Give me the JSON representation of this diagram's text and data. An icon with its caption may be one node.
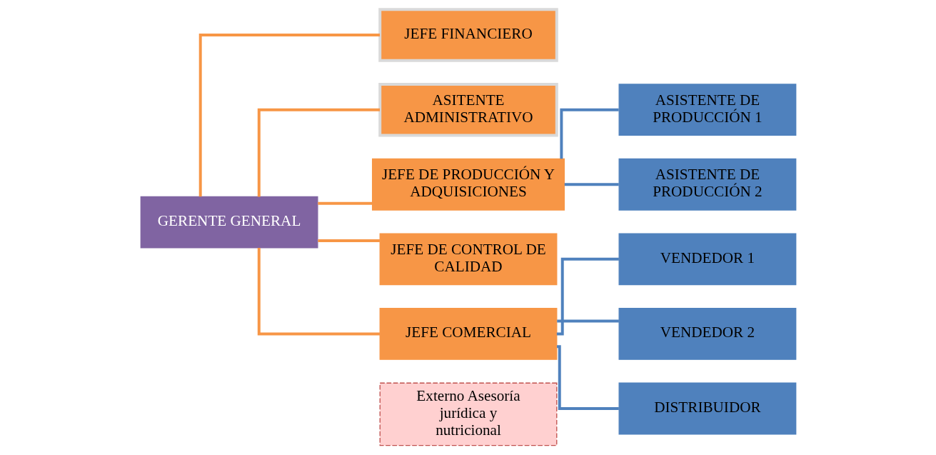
{
  "diagram": {
    "nodes": [
      {
        "text": [
          "GERENTE GENERAL"
        ]
      },
      {
        "text": [
          "JEFE FINANCIERO"
        ]
      },
      {
        "text": [
          "ASITENTE ADMINISTRATIVO"
        ]
      },
      {
        "text": [
          "JEFE DE PRODUCCIÓN Y ADQUISICIONES"
        ]
      },
      {
        "text": [
          "JEFE DE CONTROL DE CALIDAD"
        ]
      },
      {
        "text": [
          "JEFE COMERCIAL"
        ]
      },
      {
        "text": [
          "ASISTENTE DE PRODUCCIÓN 1"
        ]
      },
      {
        "text": [
          "ASISTENTE DE PRODUCCIÓN 2"
        ]
      },
      {
        "text": [
          "VENDEDOR 1"
        ]
      },
      {
        "text": [
          "VENDEDOR 2"
        ]
      },
      {
        "text": [
          "DISTRIBUIDOR"
        ]
      },
      {
        "text": [
          "Externo Asesoría jurídica y nutricional"
        ]
      }
    ],
    "edges": [
      {
        "from": 0,
        "to": 1,
        "arrow": "none",
        "color": "#f79646"
      },
      {
        "from": 0,
        "to": 2,
        "arrow": "none",
        "color": "#f79646"
      },
      {
        "from": 0,
        "to": 3,
        "arrow": "none",
        "color": "#f79646"
      },
      {
        "from": 0,
        "to": 4,
        "arrow": "none",
        "color": "#f79646"
      },
      {
        "from": 0,
        "to": 5,
        "arrow": "none",
        "color": "#f79646"
      },
      {
        "from": 3,
        "to": 6,
        "arrow": "none",
        "color": "#4f81bd"
      },
      {
        "from": 3,
        "to": 7,
        "arrow": "none",
        "color": "#4f81bd"
      },
      {
        "from": 5,
        "to": 8,
        "arrow": "none",
        "color": "#4f81bd"
      },
      {
        "from": 5,
        "to": 9,
        "arrow": "none",
        "color": "#4f81bd"
      },
      {
        "from": 5,
        "to": 10,
        "arrow": "none",
        "color": "#4f81bd"
      }
    ]
  }
}
